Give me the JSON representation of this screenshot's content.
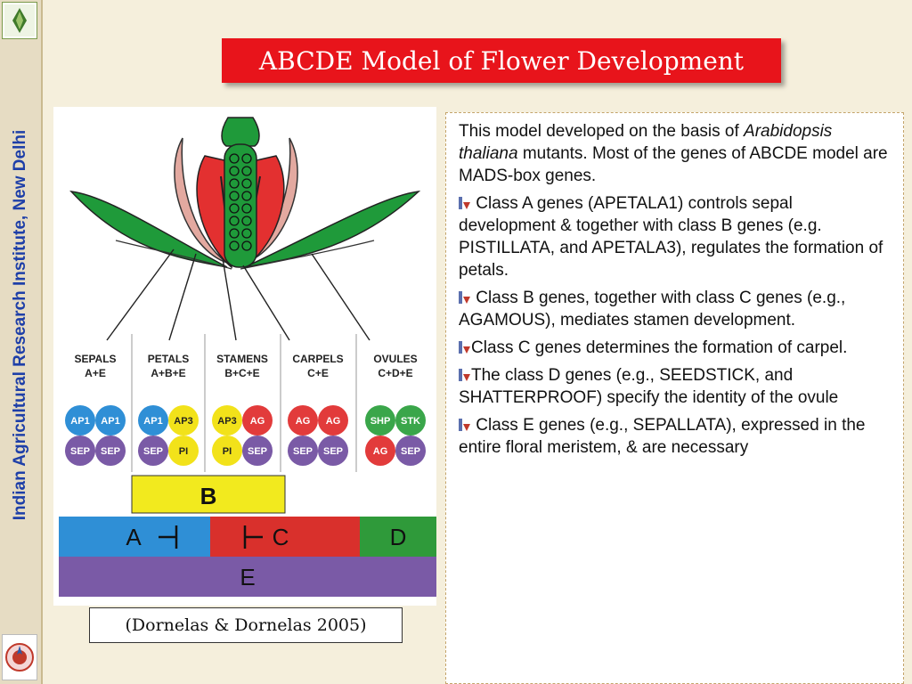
{
  "sidebar": {
    "vertical_label": "Indian Agricultural Research Institute, New Delhi"
  },
  "slide": {
    "title": "ABCDE Model of Flower Development",
    "citation": "(Dornelas & Dornelas 2005)"
  },
  "text": {
    "intro_part1": "This model developed on the basis of ",
    "intro_italic": "Arabidopsis thaliana",
    "intro_part2": " mutants. Most of the genes of  ABCDE model are MADS-box genes.",
    "bullets": [
      " Class A genes (APETALA1) controls sepal development & together with class B genes (e.g. PISTILLATA, and APETALA3), regulates the formation of petals.",
      " Class B genes, together with class C genes (e.g., AGAMOUS), mediates stamen development.",
      "Class C genes determines the formation of carpel.",
      "The class D genes (e.g., SEEDSTICK, and SHATTERPROOF) specify the identity of the ovule",
      " Class E genes (e.g., SEPALLATA), expressed in the entire floral meristem, & are necessary"
    ]
  },
  "diagram": {
    "organs": [
      {
        "name": "SEPALS",
        "genes": "A+E",
        "circles": [
          [
            "AP1",
            "AP1"
          ],
          [
            "SEP",
            "SEP"
          ]
        ]
      },
      {
        "name": "PETALS",
        "genes": "A+B+E",
        "circles": [
          [
            "AP1",
            "AP3"
          ],
          [
            "SEP",
            "PI"
          ]
        ]
      },
      {
        "name": "STAMENS",
        "genes": "B+C+E",
        "circles": [
          [
            "AP3",
            "AG"
          ],
          [
            "PI",
            "SEP"
          ]
        ]
      },
      {
        "name": "CARPELS",
        "genes": "C+E",
        "circles": [
          [
            "AG",
            "AG"
          ],
          [
            "SEP",
            "SEP"
          ]
        ]
      },
      {
        "name": "OVULES",
        "genes": "C+D+E",
        "circles": [
          [
            "SHP",
            "STK"
          ],
          [
            "AG",
            "SEP"
          ]
        ]
      }
    ],
    "bars": {
      "B": "B",
      "A": "A",
      "C": "C",
      "D": "D",
      "E": "E"
    },
    "colors": {
      "AP1": "#2f8fd6",
      "AP3": "#f2e21a",
      "PI": "#f2e21a",
      "AG": "#e23b3b",
      "SEP": "#7a5aa6",
      "SHP": "#3aa64a",
      "STK": "#3aa64a"
    }
  }
}
